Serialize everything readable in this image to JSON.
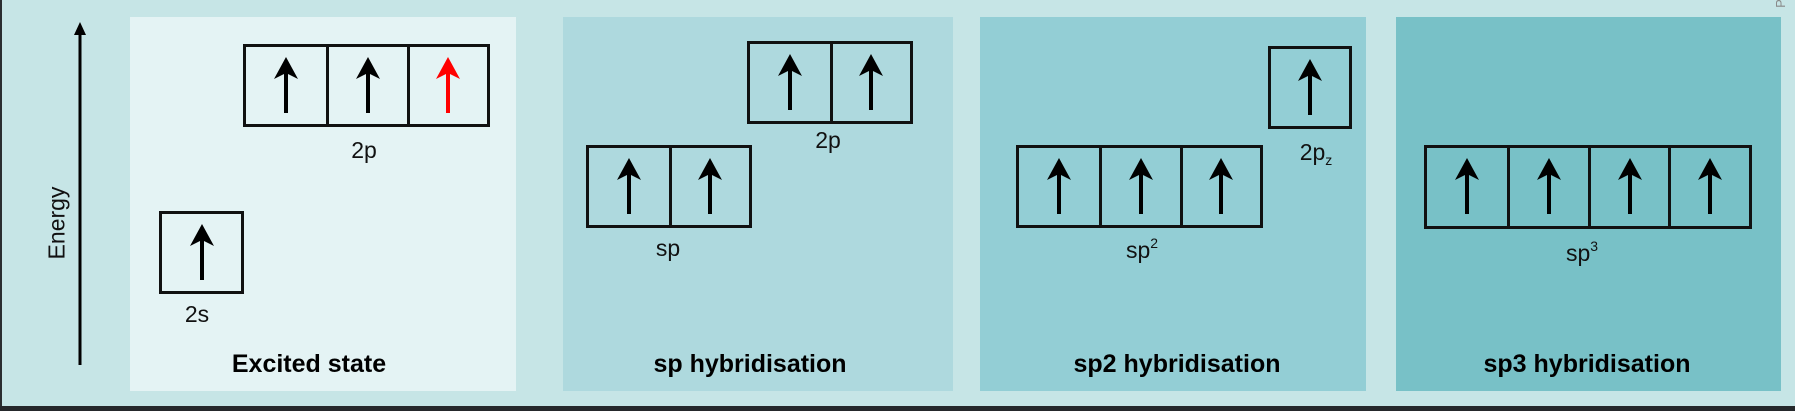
{
  "axis": {
    "label": "Energy"
  },
  "corner_text": "P",
  "colors": {
    "background": "#c6e5e6",
    "excited": "#e4f3f4",
    "sp": "#aed9de",
    "sp2": "#93ced5",
    "sp3": "#78c1c7",
    "arrow": "#000000",
    "promoted_arrow": "#ff0000"
  },
  "panels": [
    {
      "title": "Excited state",
      "groups": [
        {
          "label": "2s",
          "electrons": [
            "up"
          ]
        },
        {
          "label": "2p",
          "electrons": [
            "up",
            "up",
            "up-promoted"
          ]
        }
      ]
    },
    {
      "title": "sp hybridisation",
      "groups": [
        {
          "label": "sp",
          "electrons": [
            "up",
            "up"
          ]
        },
        {
          "label": "2p",
          "electrons": [
            "up",
            "up"
          ]
        }
      ]
    },
    {
      "title": "sp2 hybridisation",
      "groups": [
        {
          "label": "sp",
          "sup": "2",
          "electrons": [
            "up",
            "up",
            "up"
          ]
        },
        {
          "label": "2p",
          "sub": "z",
          "electrons": [
            "up"
          ]
        }
      ]
    },
    {
      "title": "sp3 hybridisation",
      "groups": [
        {
          "label": "sp",
          "sup": "3",
          "electrons": [
            "up",
            "up",
            "up",
            "up"
          ]
        }
      ]
    }
  ]
}
